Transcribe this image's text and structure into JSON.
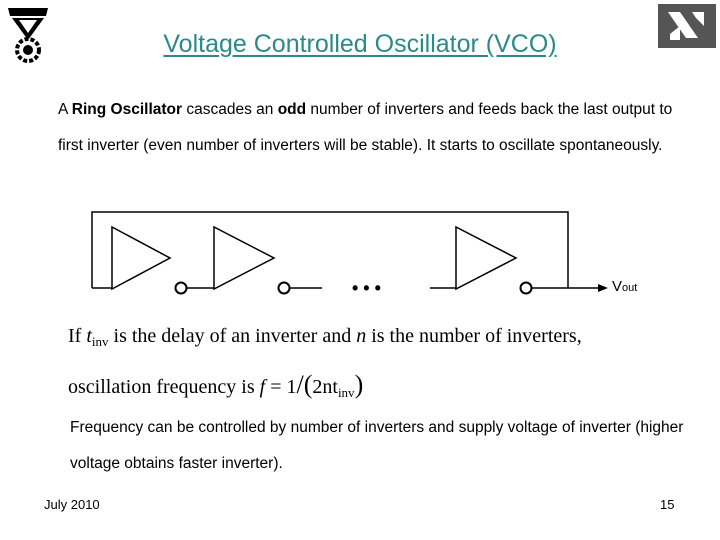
{
  "slide": {
    "title": "Voltage Controlled Oscillator (VCO)",
    "intro": {
      "part1": "A ",
      "bold1": "Ring Oscillator",
      "part2": " cascades an ",
      "bold2": "odd",
      "part3": " number of inverters and feeds back the last output to first inverter (even number of inverters will be stable). It starts to oscillate spontaneously."
    },
    "circuit": {
      "dots": "• • •",
      "vout_main": "V",
      "vout_sub": "out"
    },
    "formula": {
      "line1_a": "If ",
      "line1_t": "t",
      "line1_inv": "inv",
      "line1_b": " is the delay of an inverter and ",
      "line1_n": "n",
      "line1_c": " is the number of inverters,",
      "line2_a": "oscillation frequency is ",
      "line2_f": "f",
      "line2_eq": " = 1",
      "line2_slash": "/",
      "line2_paren_open": "(",
      "line2_2nt": "2nt",
      "line2_inv": "inv",
      "line2_paren_close": ")"
    },
    "conclusion": "Frequency can be controlled by number of inverters and supply voltage of inverter (higher voltage obtains faster inverter).",
    "footer": {
      "date": "July 2010",
      "page": "15"
    }
  },
  "colors": {
    "title": "#2a8a8a",
    "text": "#000000",
    "background": "#ffffff"
  }
}
